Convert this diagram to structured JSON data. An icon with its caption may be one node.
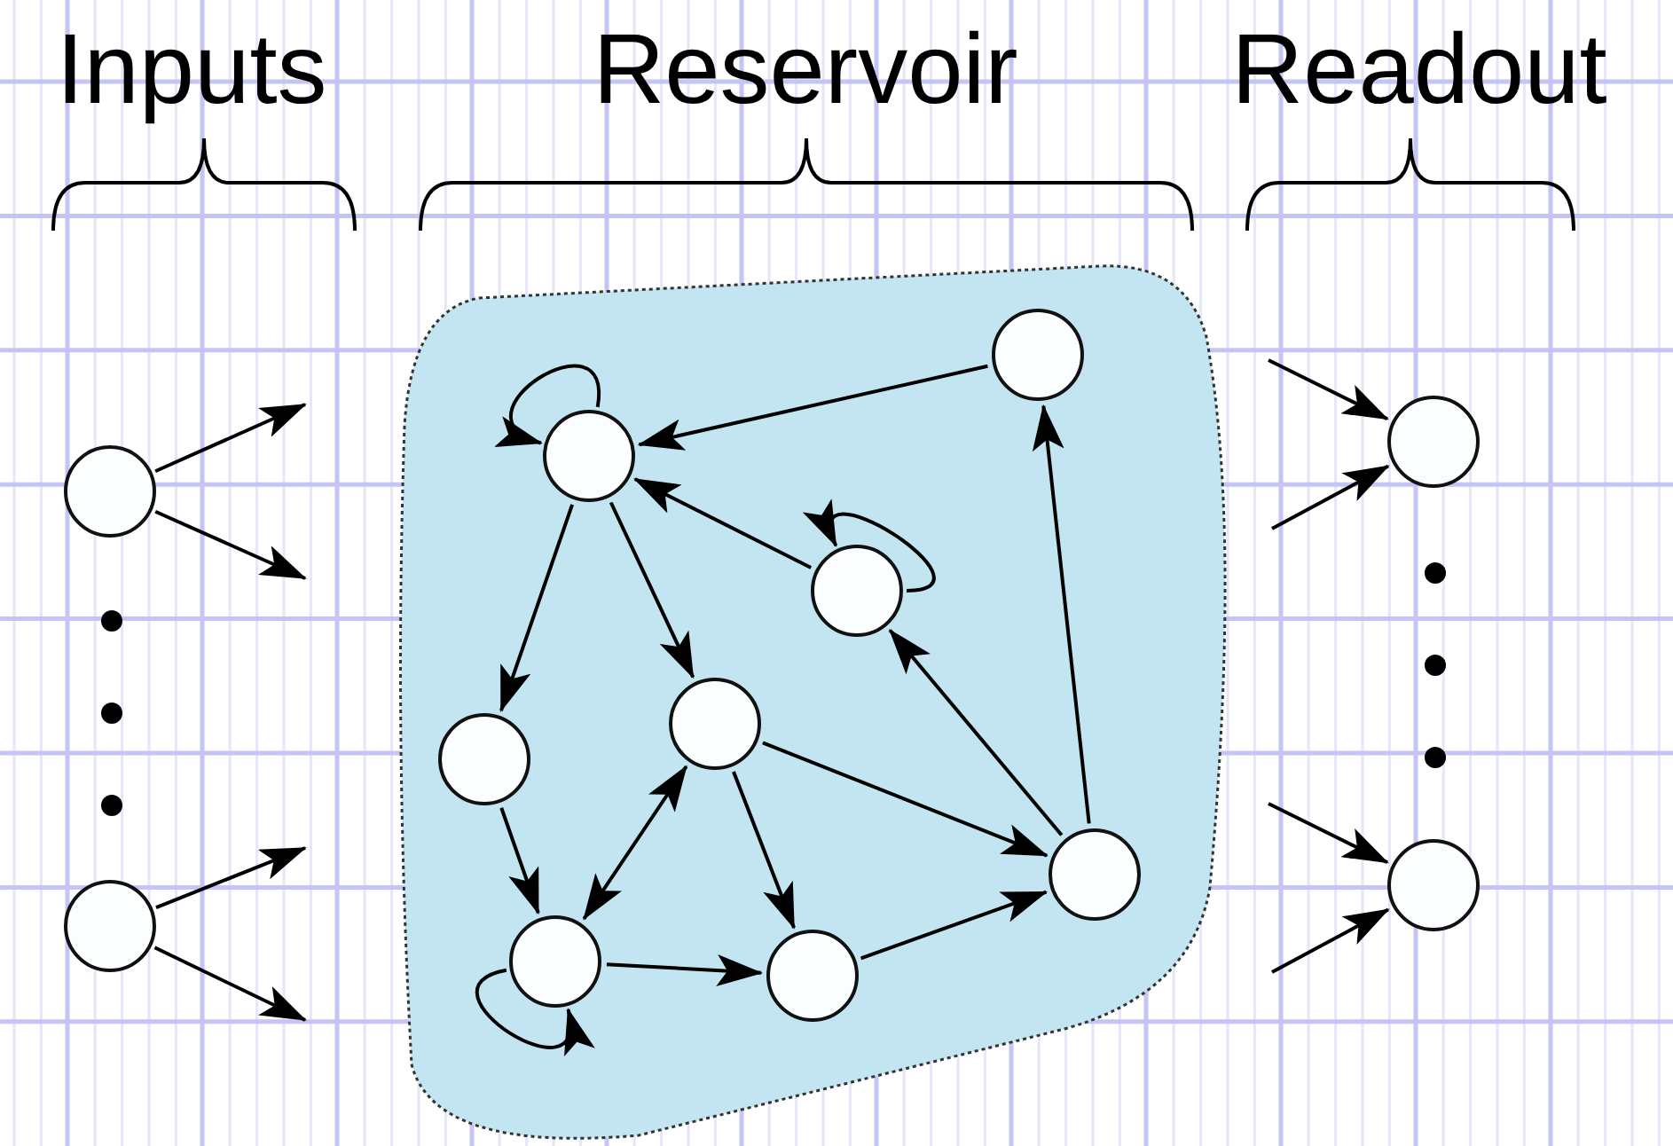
{
  "diagram": {
    "nodes": [
      {
        "text": [],
        "shape": "circle"
      },
      {
        "text": [],
        "shape": "circle"
      },
      {
        "text": [],
        "shape": "blob"
      },
      {
        "text": [],
        "shape": "circle",
        "in": 2
      },
      {
        "text": [],
        "shape": "circle",
        "in": 2
      },
      {
        "text": [],
        "shape": "circle",
        "in": 2
      },
      {
        "text": [],
        "shape": "circle",
        "in": 2
      },
      {
        "text": [],
        "shape": "circle",
        "in": 2
      },
      {
        "text": [],
        "shape": "circle",
        "in": 2
      },
      {
        "text": [],
        "shape": "circle",
        "in": 2
      },
      {
        "text": [],
        "shape": "circle",
        "in": 2
      },
      {
        "text": [],
        "shape": "circle"
      },
      {
        "text": [],
        "shape": "circle"
      }
    ],
    "edges": [
      {
        "from": 0,
        "to": null,
        "arrow": "to"
      },
      {
        "from": 0,
        "to": null,
        "arrow": "to"
      },
      {
        "from": 1,
        "to": null,
        "arrow": "to"
      },
      {
        "from": 1,
        "to": null,
        "arrow": "to"
      },
      {
        "from": 3,
        "to": 4,
        "arrow": "to"
      },
      {
        "from": 4,
        "to": 4,
        "arrow": "to"
      },
      {
        "from": 5,
        "to": 4,
        "arrow": "to"
      },
      {
        "from": 5,
        "to": 5,
        "arrow": "to"
      },
      {
        "from": 4,
        "to": 7,
        "arrow": "to"
      },
      {
        "from": 4,
        "to": 6,
        "arrow": "to"
      },
      {
        "from": 7,
        "to": 9,
        "arrow": "to"
      },
      {
        "from": 6,
        "to": 9,
        "arrow": "both"
      },
      {
        "from": 6,
        "to": 10,
        "arrow": "to"
      },
      {
        "from": 6,
        "to": 8,
        "arrow": "to"
      },
      {
        "from": 9,
        "to": 9,
        "arrow": "to"
      },
      {
        "from": 9,
        "to": 10,
        "arrow": "to"
      },
      {
        "from": 10,
        "to": 8,
        "arrow": "to"
      },
      {
        "from": 8,
        "to": 5,
        "arrow": "to"
      },
      {
        "from": 8,
        "to": 3,
        "arrow": "to"
      },
      {
        "from": null,
        "to": 11,
        "arrow": "to"
      },
      {
        "from": null,
        "to": 11,
        "arrow": "to"
      },
      {
        "from": null,
        "to": 12,
        "arrow": "to"
      },
      {
        "from": null,
        "to": 12,
        "arrow": "to"
      }
    ],
    "labels": [
      "Inputs",
      "Reservoir",
      "Readout"
    ]
  }
}
